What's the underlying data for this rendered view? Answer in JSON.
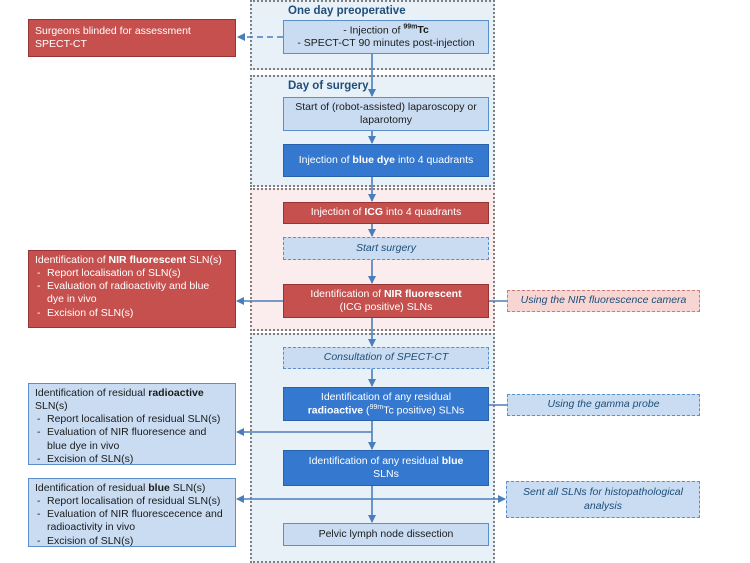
{
  "phases": {
    "preop": "One day preoperative",
    "surgery": "Day of surgery"
  },
  "boxes": {
    "injection_tc_prefix": "- Injection of ",
    "injection_tc_sup": "99m",
    "injection_tc_suffix": "Tc",
    "spect_timing": "- SPECT-CT 90 minutes post-injection",
    "blinded": "Surgeons blinded for assessment SPECT-CT",
    "start_laparoscopy": "Start of (robot-assisted) laparoscopy or laparotomy",
    "blue_dye_pre": "Injection of ",
    "blue_dye_bold": "blue dye",
    "blue_dye_post": " into  4 quadrants",
    "icg_pre": "Injection of ",
    "icg_bold": "ICG",
    "icg_post": " into 4 quadrants",
    "start_surgery": "Start surgery",
    "nir_id_pre": "Identification of ",
    "nir_id_bold": "NIR fluorescent",
    "nir_id_post": "(ICG positive) SLNs",
    "nir_camera": "Using the NIR fluorescence camera",
    "consult_spect": "Consultation of SPECT-CT",
    "radio_id_line1": "Identification of any residual",
    "radio_id_bold": "radioactive",
    "radio_id_paren_pre": " (",
    "radio_id_sup": "99m",
    "radio_id_paren_post": "Tc positive) SLNs",
    "gamma_probe": "Using the gamma probe",
    "blue_id_pre": "Identification of any residual ",
    "blue_id_bold": "blue",
    "blue_id_post": "SLNs",
    "sent_slns": "Sent all SLNs for histopathological analysis",
    "pelvic": "Pelvic lymph node dissection"
  },
  "side_nir": {
    "head_pre": "Identification of ",
    "head_bold": "NIR fluorescent",
    "head_post": " SLN(s)",
    "items": [
      "Report localisation of SLN(s)",
      "Evaluation of radioactivity and blue dye in vivo",
      "Excision of SLN(s)"
    ]
  },
  "side_radio": {
    "head_pre": "Identification of residual ",
    "head_bold": "radioactive",
    "head_post": " SLN(s)",
    "items": [
      "Report localisation of residual SLN(s)",
      "Evaluation of NIR fluoresence and blue dye in vivo",
      "Excision of SLN(s)"
    ]
  },
  "side_blue": {
    "head_pre": "Identification of residual ",
    "head_bold": "blue",
    "head_post": " SLN(s)",
    "items": [
      "Report localisation of residual SLN(s)",
      "Evaluation of NIR fluorescecence and radioactivity in vivo",
      "Excision of SLN(s)"
    ]
  },
  "colors": {
    "region_blue": "#e9f1f8",
    "region_pink": "#fbeced",
    "light_box": "#c9dcf2",
    "dark_box": "#3478d0",
    "red_box": "#c5504e",
    "arrow": "#4a7ebb"
  }
}
